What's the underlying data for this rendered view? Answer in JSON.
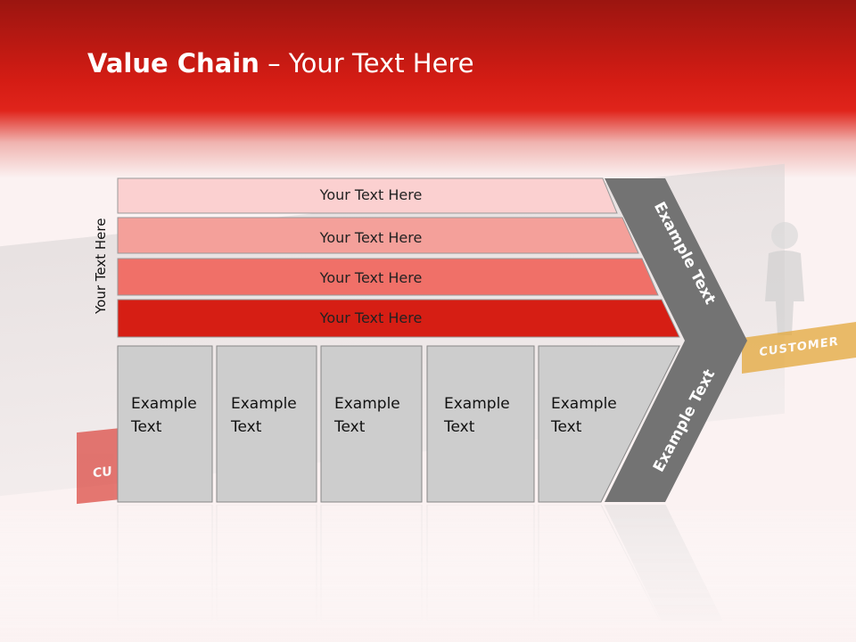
{
  "slide": {
    "title_bold": "Value Chain",
    "title_rest": " – Your Text Here",
    "side_label": "Your Text Here"
  },
  "background": {
    "customer_label": "CUSTOMER",
    "cu_label": "CU"
  },
  "bars": [
    {
      "label": "Your Text Here",
      "color": "#fbd0d0"
    },
    {
      "label": "Your Text Here",
      "color": "#f4a09a"
    },
    {
      "label": "Your Text Here",
      "color": "#f07068"
    },
    {
      "label": "Your Text Here",
      "color": "#d61e14"
    }
  ],
  "columns": [
    {
      "line1": "Example",
      "line2": "Text"
    },
    {
      "line1": "Example",
      "line2": "Text"
    },
    {
      "line1": "Example",
      "line2": "Text"
    },
    {
      "line1": "Example",
      "line2": "Text"
    },
    {
      "line1": "Example",
      "line2": "Text"
    }
  ],
  "chevron": {
    "top_label": "Example Text",
    "bottom_label": "Example Text",
    "color": "#737373"
  },
  "colors": {
    "column_fill": "#cdcdcd",
    "header_red": "#d41c14"
  }
}
